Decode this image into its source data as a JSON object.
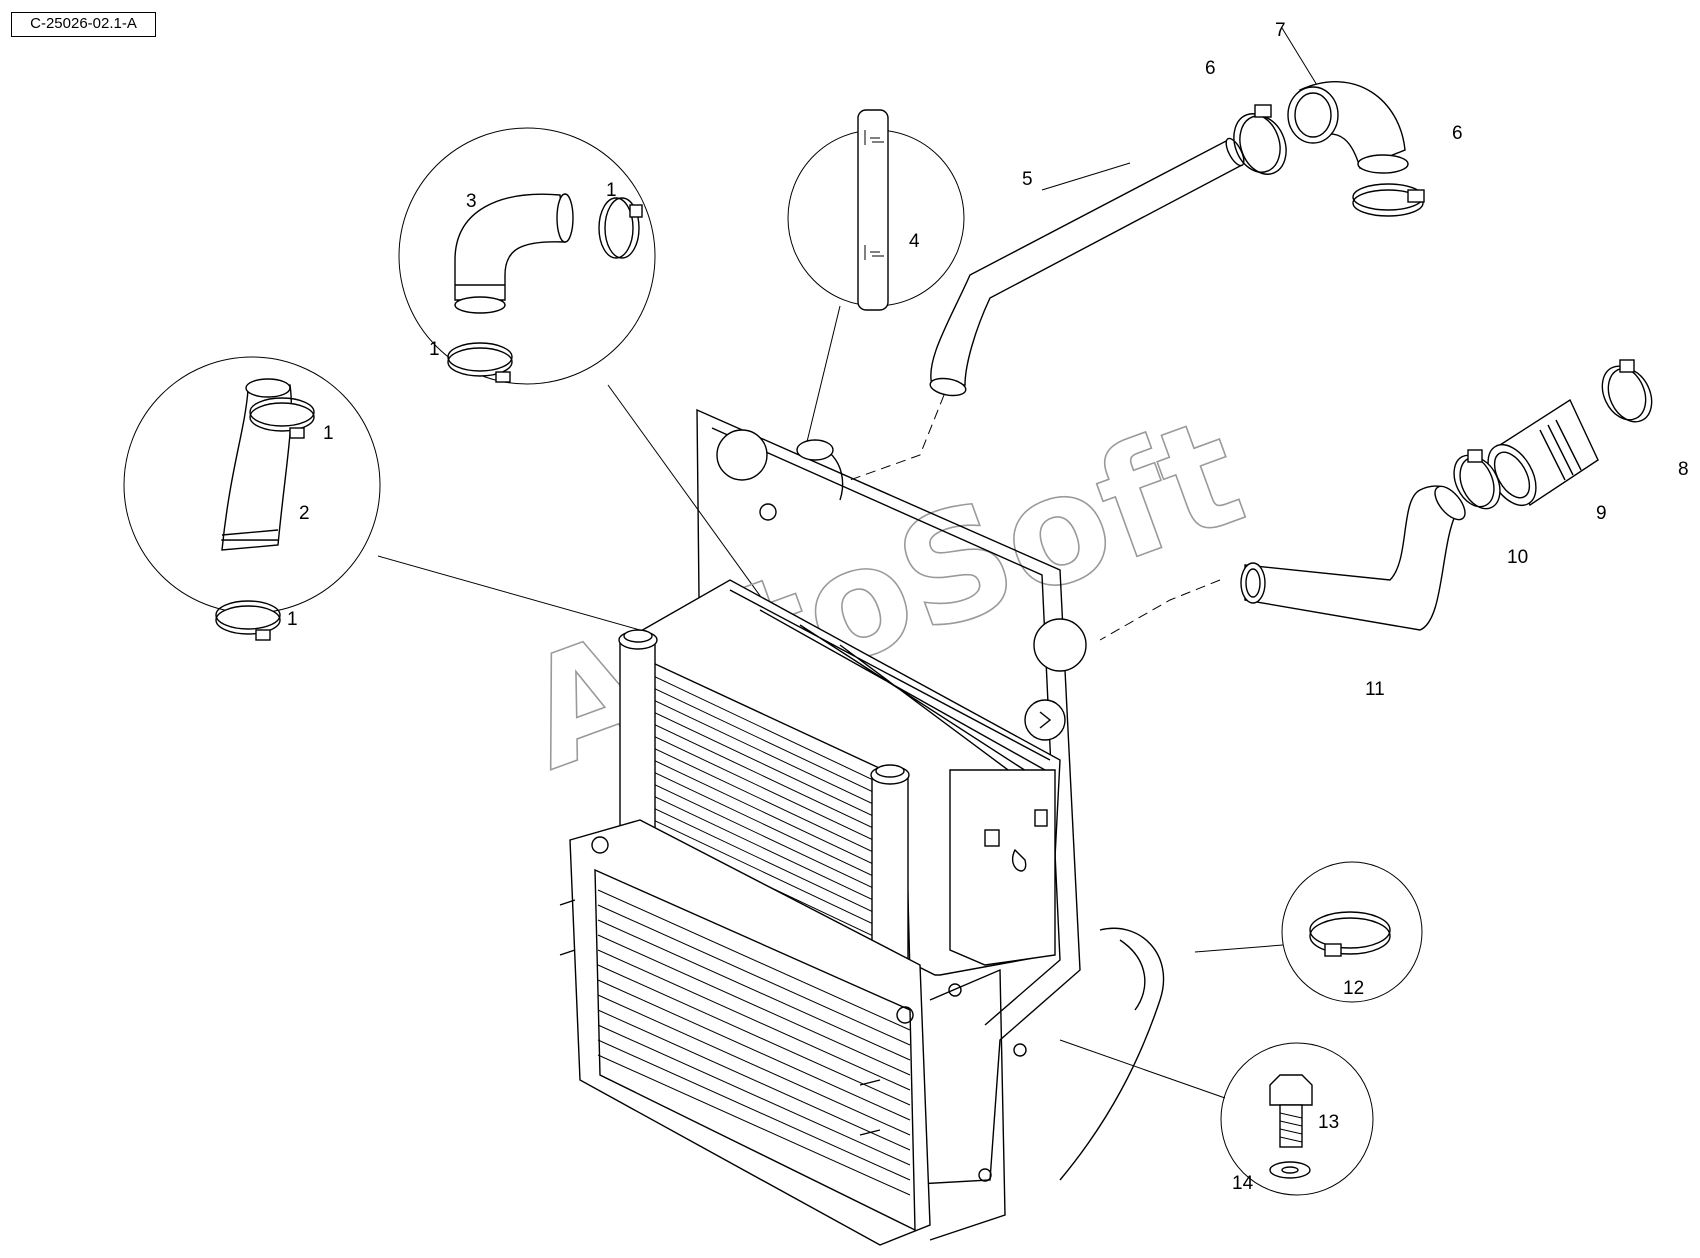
{
  "reference_code": "C-25026-02.1-A",
  "watermark": "AutoSoft",
  "callouts": [
    {
      "id": "c1a",
      "text": "1"
    },
    {
      "id": "c1b",
      "text": "1"
    },
    {
      "id": "c1c",
      "text": "1"
    },
    {
      "id": "c1d",
      "text": "1"
    },
    {
      "id": "c2",
      "text": "2"
    },
    {
      "id": "c3",
      "text": "3"
    },
    {
      "id": "c4",
      "text": "4"
    },
    {
      "id": "c5",
      "text": "5"
    },
    {
      "id": "c6a",
      "text": "6"
    },
    {
      "id": "c6b",
      "text": "6"
    },
    {
      "id": "c7",
      "text": "7"
    },
    {
      "id": "c8",
      "text": "8"
    },
    {
      "id": "c9",
      "text": "9"
    },
    {
      "id": "c10",
      "text": "10"
    },
    {
      "id": "c11",
      "text": "11"
    },
    {
      "id": "c12",
      "text": "12"
    },
    {
      "id": "c13",
      "text": "13"
    },
    {
      "id": "c14",
      "text": "14"
    }
  ]
}
